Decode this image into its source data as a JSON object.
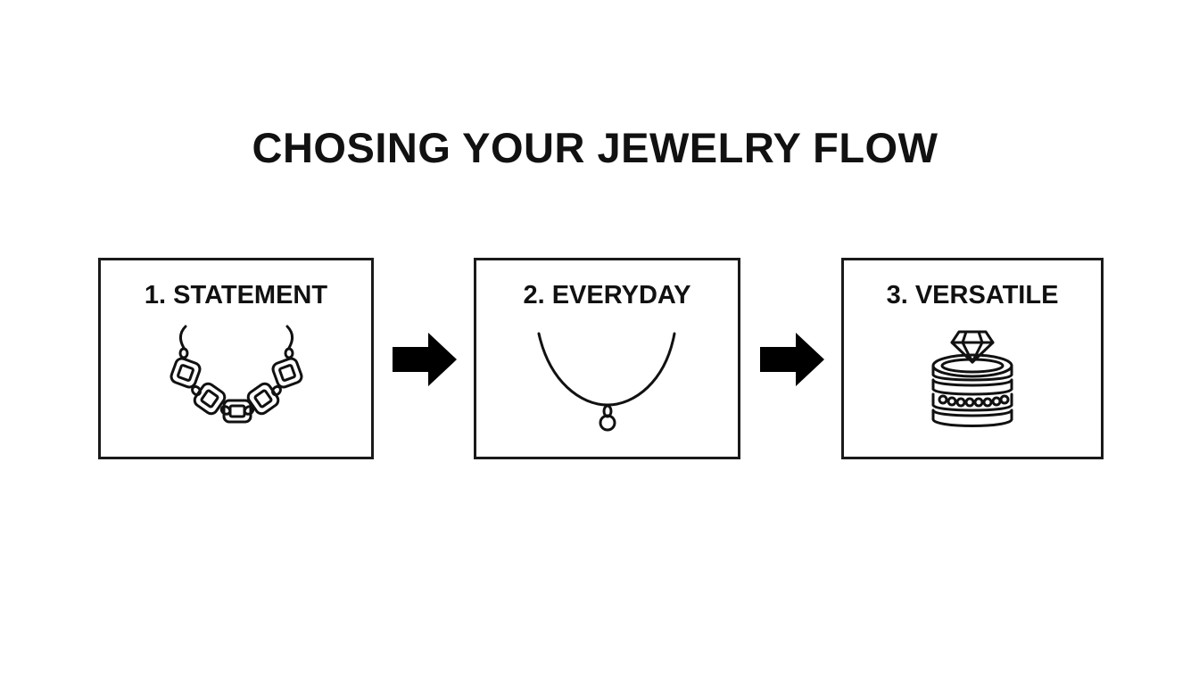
{
  "title": "CHOSING YOUR JEWELRY FLOW",
  "steps": [
    {
      "label": "1. STATEMENT",
      "icon": "chunky-chain-necklace-icon"
    },
    {
      "label": "2. EVERYDAY",
      "icon": "pendant-necklace-icon"
    },
    {
      "label": "3. VERSATILE",
      "icon": "stacked-rings-icon"
    }
  ],
  "connectors": [
    "right-arrow-icon",
    "right-arrow-icon"
  ],
  "colors": {
    "background": "#ffffff",
    "ink": "#111111"
  }
}
